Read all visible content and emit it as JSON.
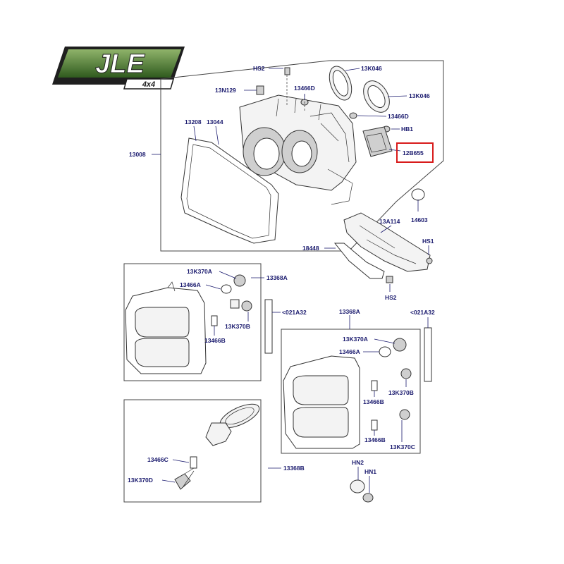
{
  "logo": {
    "text": "JLE",
    "sub": "4x4",
    "colors": {
      "green_light": "#8fb36a",
      "green_dark": "#2f5a1e",
      "frame": "#1f1f1f",
      "text": "#ffffff"
    }
  },
  "highlight_color": "#d81b1b",
  "label_color": "#1a1a6e",
  "callouts": {
    "hs2_top": "HS2",
    "c13n129": "13N129",
    "c13466d_top": "13466D",
    "c13k046_a": "13K046",
    "c13k046_b": "13K046",
    "c13466d_mid": "13466D",
    "hb1": "HB1",
    "c12b655": "12B655",
    "c13208": "13208",
    "c13044": "13044",
    "c13008": "13008",
    "c14603": "14603",
    "c13a114": "13A114",
    "hs1": "HS1",
    "c18448": "18448",
    "hs2_bottom": "HS2",
    "c13k370a_left": "13K370A",
    "c13466a_left": "13466A",
    "c13368a_left": "13368A",
    "c13k370b_left": "13K370B",
    "c13466b_left": "13466B",
    "c021a32_mid": "<021A32",
    "c13368a_right": "13368A",
    "c021a32_right": "<021A32",
    "c13k370a_right": "13K370A",
    "c13466a_right": "13466A",
    "c13k370b_right": "13K370B",
    "c13466b_right_a": "13466B",
    "c13466b_right_b": "13466B",
    "c13k370c": "13K370C",
    "c13466c": "13466C",
    "c13k370d": "13K370D",
    "c13368b": "13368B",
    "hn2": "HN2",
    "hn1": "HN1"
  }
}
